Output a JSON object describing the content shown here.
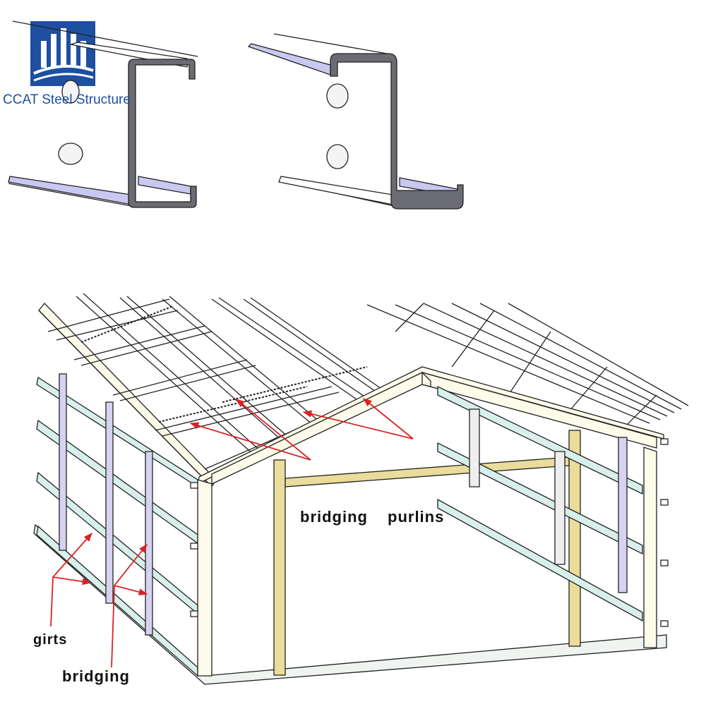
{
  "logo": {
    "text": "CCAT Steel Structure",
    "icon": "building-logo-icon",
    "colors": {
      "brand": "#1d4fa0",
      "logo_bg": "#1e4fa0"
    }
  },
  "diagram": {
    "sections": [
      "c-section-purlin",
      "z-section-purlin",
      "metal-building-frame"
    ],
    "labels": {
      "bridging_roof": "bridging",
      "purlins": "purlins",
      "girts": "girts",
      "bridging_wall": "bridging"
    },
    "colors": {
      "outline": "#222222",
      "flange_fill": "#c9c8f0",
      "frame_fill": "#fdfbea",
      "girt_fill": "#d8efec",
      "column_fill": "#d6d3f2",
      "door_frame": "#e9dc9c",
      "arrow": "#dd2222"
    }
  }
}
